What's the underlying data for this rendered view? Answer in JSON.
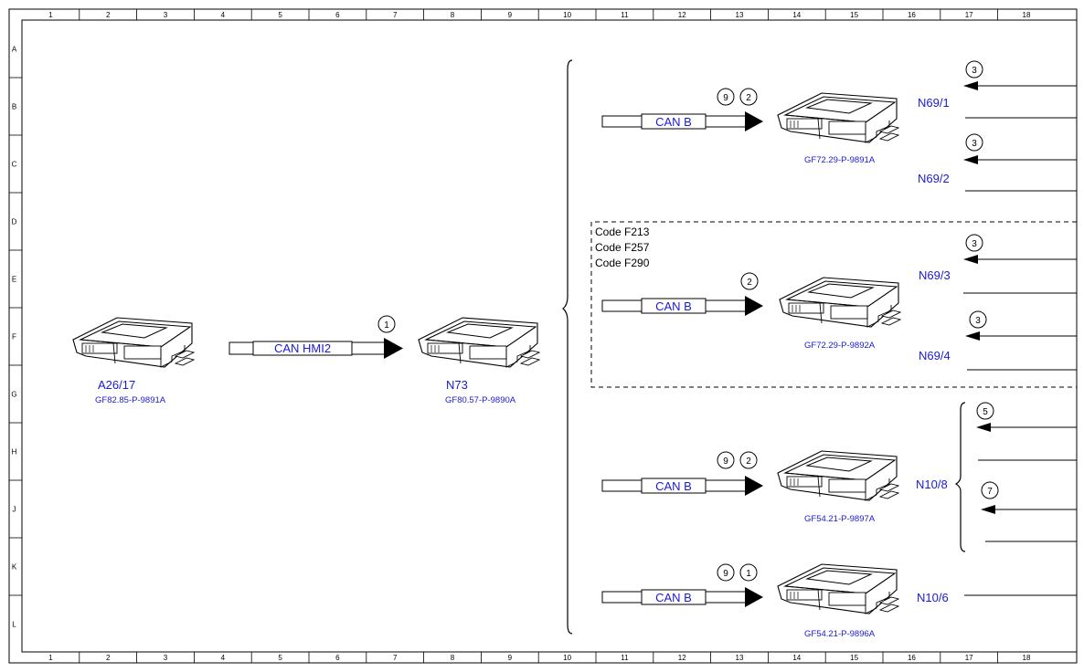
{
  "grid": {
    "columns": [
      "1",
      "2",
      "3",
      "4",
      "5",
      "6",
      "7",
      "8",
      "9",
      "10",
      "11",
      "12",
      "13",
      "14",
      "15",
      "16",
      "17",
      "18"
    ],
    "rows": [
      "A",
      "B",
      "C",
      "D",
      "E",
      "F",
      "G",
      "H",
      "J",
      "K",
      "L"
    ]
  },
  "colors": {
    "line": "#000000",
    "blue_text": "#1a1ad6"
  },
  "modules": {
    "a26": {
      "name": "A26/17",
      "code": "GF82.85-P-9891A"
    },
    "n73": {
      "name": "N73",
      "code": "GF80.57-P-9890A"
    },
    "n69_1_2": {
      "name_top": "N69/1",
      "name_bottom": "N69/2",
      "code": "GF72.29-P-9891A"
    },
    "n69_3_4": {
      "name_top": "N69/3",
      "name_bottom": "N69/4",
      "code": "GF72.29-P-9892A"
    },
    "n10_8": {
      "name": "N10/8",
      "code": "GF54.21-P-9897A"
    },
    "n10_6": {
      "name": "N10/6",
      "code": "GF54.21-P-9896A"
    }
  },
  "buses": {
    "hmi2": {
      "label": "CAN HMI2",
      "markers": [
        "1"
      ]
    },
    "can_b_1": {
      "label": "CAN B",
      "markers": [
        "9",
        "2"
      ]
    },
    "can_b_2": {
      "label": "CAN B",
      "markers": [
        "2"
      ]
    },
    "can_b_3": {
      "label": "CAN B",
      "markers": [
        "9",
        "2"
      ]
    },
    "can_b_4": {
      "label": "CAN B",
      "markers": [
        "9",
        "1"
      ]
    }
  },
  "codes": [
    "Code F213",
    "Code F257",
    "Code F290"
  ],
  "outputs": {
    "n69_1": "3",
    "n69_2": "3",
    "n69_3": "3",
    "n69_4": "3",
    "n10_8_a": "5",
    "n10_8_b": "7"
  }
}
